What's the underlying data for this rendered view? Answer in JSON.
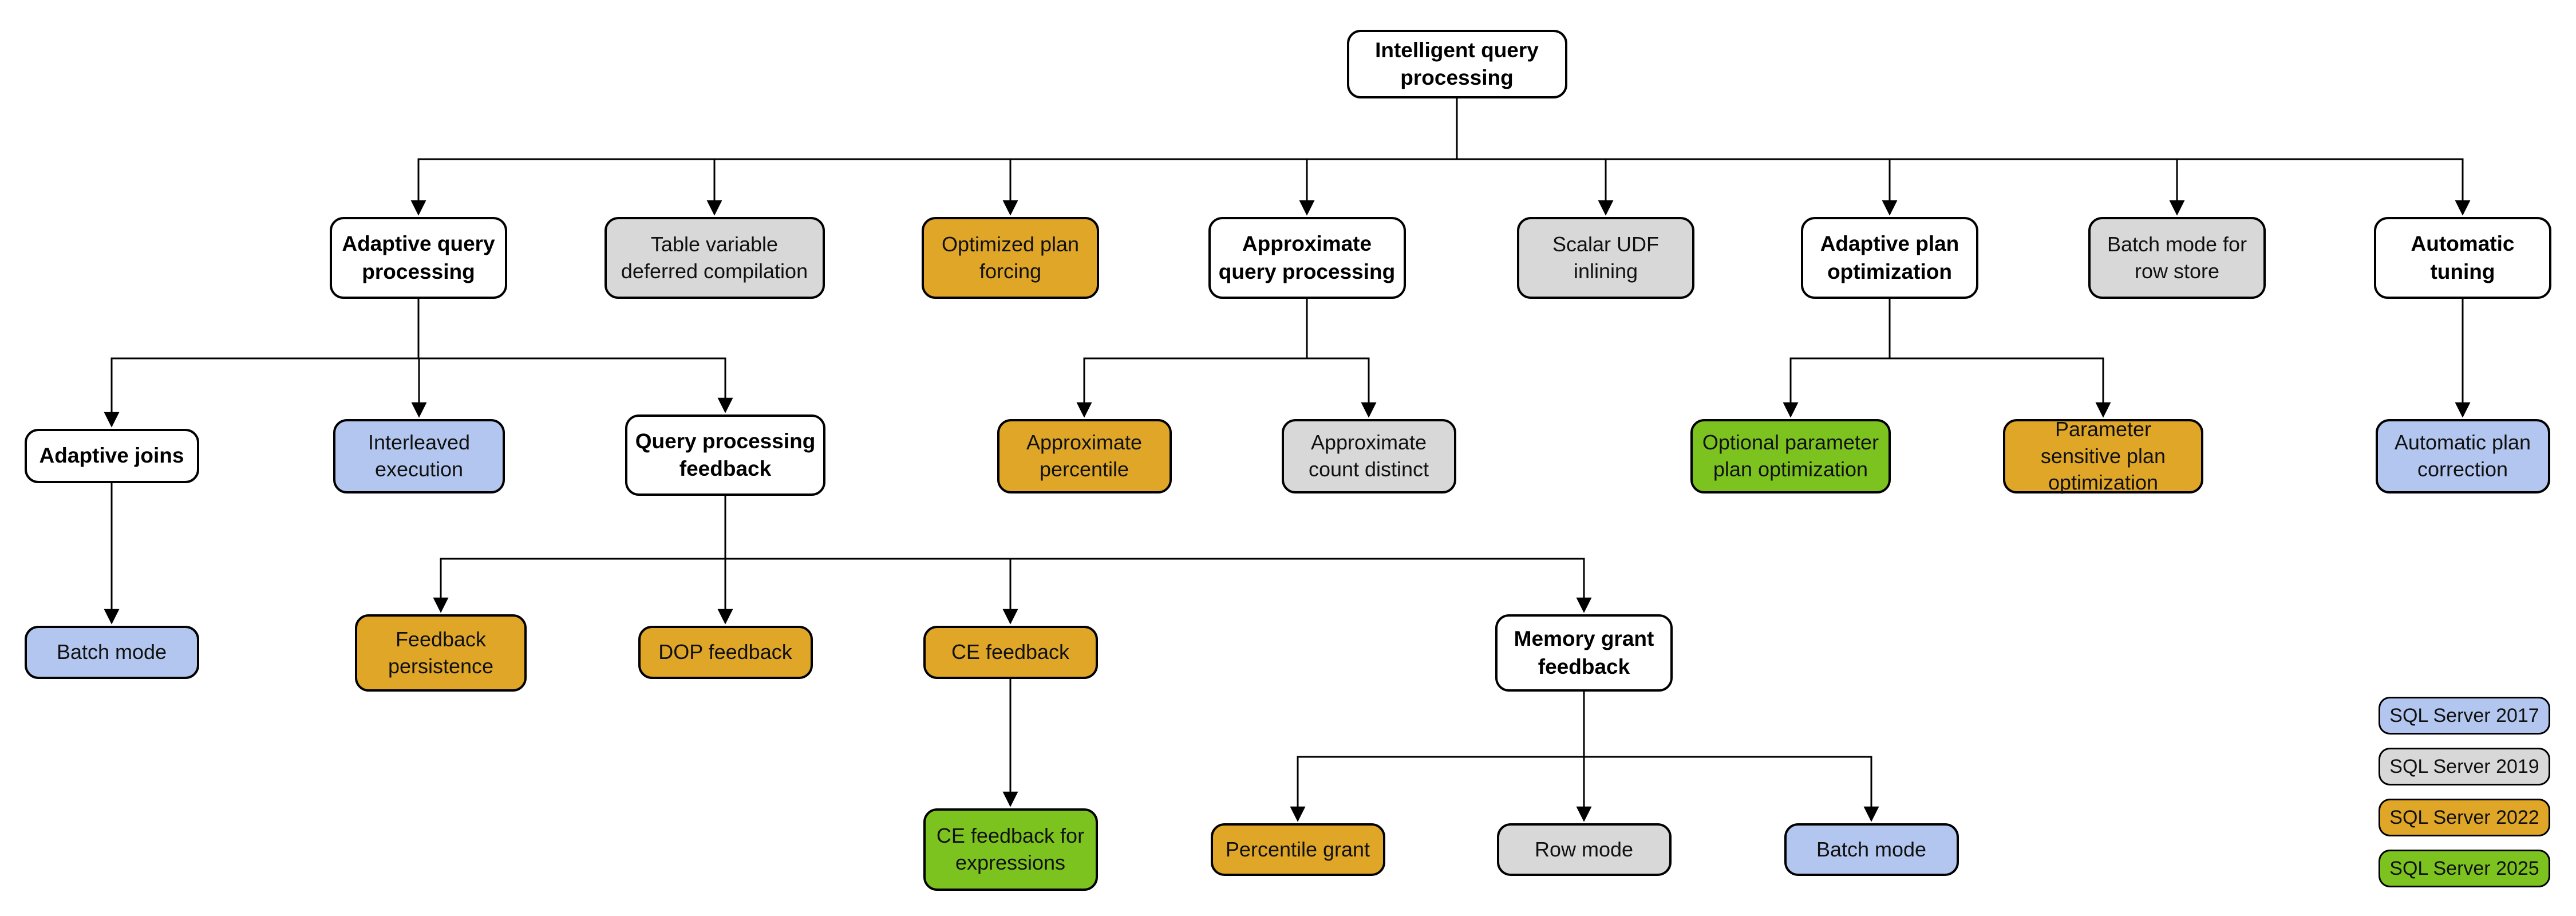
{
  "diagram": {
    "title": "Intelligent query processing feature family",
    "colors": {
      "neutral": "#ffffff",
      "2017": "#b3c6ef",
      "2019": "#d8d8d8",
      "2022": "#dfa627",
      "2025": "#7cc320",
      "border": "#000000",
      "line": "#000000"
    },
    "legend": [
      {
        "label": "SQL Server 2017",
        "version": "2017"
      },
      {
        "label": "SQL Server 2019",
        "version": "2019"
      },
      {
        "label": "SQL Server 2022",
        "version": "2022"
      },
      {
        "label": "SQL Server 2025",
        "version": "2025"
      }
    ],
    "nodes": [
      {
        "id": "intelligent-query-processing",
        "label": "Intelligent query processing",
        "version": "neutral",
        "parent": null
      },
      {
        "id": "adaptive-query-processing",
        "label": "Adaptive query processing",
        "version": "neutral",
        "parent": "intelligent-query-processing"
      },
      {
        "id": "table-variable-deferred-compilation",
        "label": "Table variable deferred compilation",
        "version": "2019",
        "parent": "intelligent-query-processing"
      },
      {
        "id": "optimized-plan-forcing",
        "label": "Optimized plan forcing",
        "version": "2022",
        "parent": "intelligent-query-processing"
      },
      {
        "id": "approximate-query-processing",
        "label": "Approximate query processing",
        "version": "neutral",
        "parent": "intelligent-query-processing"
      },
      {
        "id": "scalar-udf-inlining",
        "label": "Scalar UDF inlining",
        "version": "2019",
        "parent": "intelligent-query-processing"
      },
      {
        "id": "adaptive-plan-optimization",
        "label": "Adaptive plan optimization",
        "version": "neutral",
        "parent": "intelligent-query-processing"
      },
      {
        "id": "batch-mode-for-row-store",
        "label": "Batch mode for row store",
        "version": "2019",
        "parent": "intelligent-query-processing"
      },
      {
        "id": "automatic-tuning",
        "label": "Automatic tuning",
        "version": "neutral",
        "parent": "intelligent-query-processing"
      },
      {
        "id": "adaptive-joins",
        "label": "Adaptive joins",
        "version": "neutral",
        "parent": "adaptive-query-processing"
      },
      {
        "id": "interleaved-execution",
        "label": "Interleaved execution",
        "version": "2017",
        "parent": "adaptive-query-processing"
      },
      {
        "id": "query-processing-feedback",
        "label": "Query processing feedback",
        "version": "neutral",
        "parent": "adaptive-query-processing"
      },
      {
        "id": "approximate-percentile",
        "label": "Approximate percentile",
        "version": "2022",
        "parent": "approximate-query-processing"
      },
      {
        "id": "approximate-count-distinct",
        "label": "Approximate count distinct",
        "version": "2019",
        "parent": "approximate-query-processing"
      },
      {
        "id": "optional-parameter-plan-optimization",
        "label": "Optional parameter plan optimization",
        "version": "2025",
        "parent": "adaptive-plan-optimization"
      },
      {
        "id": "parameter-sensitive-plan-optimization",
        "label": "Parameter sensitive plan optimization",
        "version": "2022",
        "parent": "adaptive-plan-optimization"
      },
      {
        "id": "automatic-plan-correction",
        "label": "Automatic plan correction",
        "version": "2017",
        "parent": "automatic-tuning"
      },
      {
        "id": "batch-mode-adaptive-joins",
        "label": "Batch mode",
        "version": "2017",
        "parent": "adaptive-joins"
      },
      {
        "id": "feedback-persistence",
        "label": "Feedback persistence",
        "version": "2022",
        "parent": "query-processing-feedback"
      },
      {
        "id": "dop-feedback",
        "label": "DOP feedback",
        "version": "2022",
        "parent": "query-processing-feedback"
      },
      {
        "id": "ce-feedback",
        "label": "CE feedback",
        "version": "2022",
        "parent": "query-processing-feedback"
      },
      {
        "id": "memory-grant-feedback",
        "label": "Memory grant feedback",
        "version": "neutral",
        "parent": "query-processing-feedback"
      },
      {
        "id": "ce-feedback-for-expressions",
        "label": "CE feedback for expressions",
        "version": "2025",
        "parent": "ce-feedback"
      },
      {
        "id": "percentile-grant",
        "label": "Percentile grant",
        "version": "2022",
        "parent": "memory-grant-feedback"
      },
      {
        "id": "row-mode",
        "label": "Row mode",
        "version": "2019",
        "parent": "memory-grant-feedback"
      },
      {
        "id": "batch-mode-memory-grant",
        "label": "Batch mode",
        "version": "2017",
        "parent": "memory-grant-feedback"
      }
    ]
  }
}
